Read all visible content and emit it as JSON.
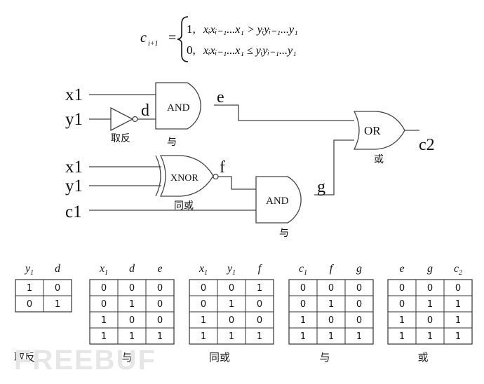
{
  "formula": {
    "lhs": "c",
    "lhs_sub": "i+1",
    "case1_value": "1,",
    "case1_expr": "xᵢxᵢ₋₁...x₁ > yᵢyᵢ₋₁...y₁",
    "case0_value": "0,",
    "case0_expr": "xᵢxᵢ₋₁...x₁ ≤ yᵢyᵢ₋₁...y₁"
  },
  "circuit": {
    "inputs": {
      "x1_top": "x1",
      "y1_top": "y1",
      "x1_mid": "x1",
      "y1_mid": "y1",
      "c1": "c1"
    },
    "gates": {
      "and1": "AND",
      "and1_caption": "与",
      "not": "取反",
      "xnor": "XNOR",
      "xnor_caption": "同或",
      "and2": "AND",
      "and2_caption": "与",
      "or": "OR",
      "or_caption": "或"
    },
    "signals": {
      "d": "d",
      "e": "e",
      "f": "f",
      "g": "g",
      "out": "c2"
    }
  },
  "tables": [
    {
      "headers": [
        "y1",
        "d"
      ],
      "rows": [
        [
          "1",
          "0"
        ],
        [
          "0",
          "1"
        ]
      ],
      "caption": "取反"
    },
    {
      "headers": [
        "x1",
        "d",
        "e"
      ],
      "rows": [
        [
          "0",
          "0",
          "0"
        ],
        [
          "0",
          "1",
          "0"
        ],
        [
          "1",
          "0",
          "0"
        ],
        [
          "1",
          "1",
          "1"
        ]
      ],
      "caption": "与"
    },
    {
      "headers": [
        "x1",
        "y1",
        "f"
      ],
      "rows": [
        [
          "0",
          "0",
          "1"
        ],
        [
          "0",
          "1",
          "0"
        ],
        [
          "1",
          "0",
          "0"
        ],
        [
          "1",
          "1",
          "1"
        ]
      ],
      "caption": "同或"
    },
    {
      "headers": [
        "c1",
        "f",
        "g"
      ],
      "rows": [
        [
          "0",
          "0",
          "0"
        ],
        [
          "0",
          "1",
          "0"
        ],
        [
          "1",
          "0",
          "0"
        ],
        [
          "1",
          "1",
          "1"
        ]
      ],
      "caption": "与"
    },
    {
      "headers": [
        "e",
        "g",
        "c2"
      ],
      "rows": [
        [
          "0",
          "0",
          "0"
        ],
        [
          "0",
          "1",
          "1"
        ],
        [
          "1",
          "0",
          "1"
        ],
        [
          "1",
          "1",
          "1"
        ]
      ],
      "caption": "或"
    }
  ],
  "watermark": "FREEBUF"
}
